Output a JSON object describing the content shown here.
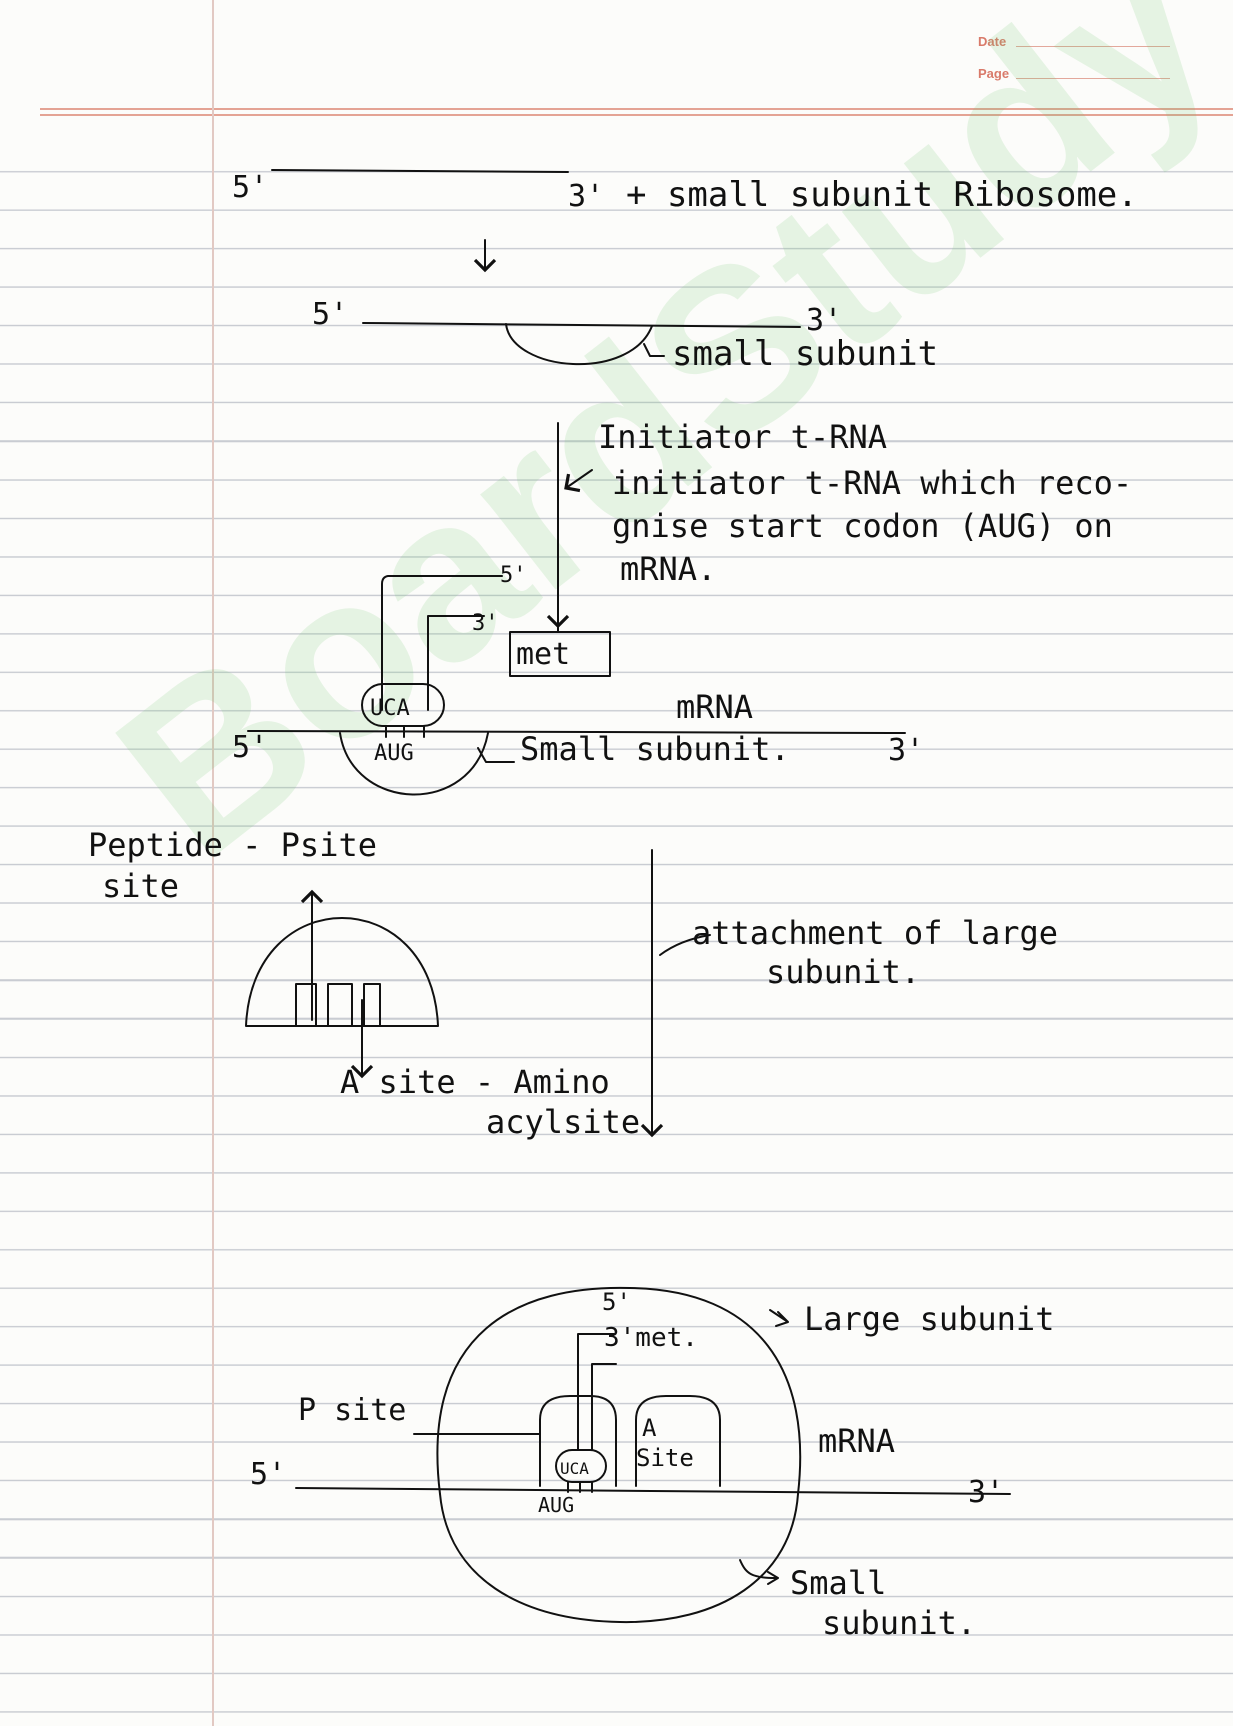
{
  "header": {
    "date_label": "Date",
    "page_label": "Page"
  },
  "watermark": "BoardStudy",
  "step1": {
    "five_prime": "5'",
    "three_prime": "3'",
    "text": "+ small subunit Ribosome."
  },
  "step2": {
    "five_prime": "5'",
    "three_prime": "3'",
    "small_subunit": "small subunit"
  },
  "step3": {
    "initiator": "Initiator t-RNA",
    "desc_line1": "initiator t-RNA which reco-",
    "desc_line2": "gnise start codon (AUG) on",
    "desc_line3": "mRNA.",
    "five_prime_trna": "5'",
    "three_prime_trna": "3'",
    "met": "met",
    "anticodon": "UCA",
    "codon": "AUG",
    "mrna": "mRNA",
    "five_prime": "5'",
    "three_prime": "3'",
    "small_subunit": "Small subunit."
  },
  "step4": {
    "peptide_site": "Peptide - Psite",
    "peptide_site_2": "site",
    "attachment_1": "attachment of large",
    "attachment_2": "subunit.",
    "a_site_1": "A site - Amino",
    "a_site_2": "acylsite"
  },
  "step5": {
    "five_prime_trna": "5'",
    "met": "3'met.",
    "large_subunit": "Large subunit",
    "p_site": "P site",
    "a_label": "A",
    "a_site": "Site",
    "anticodon": "UCA",
    "codon": "AUG",
    "mrna": "mRNA",
    "five_prime": "5'",
    "three_prime": "3'",
    "small_1": "Small",
    "small_2": "subunit."
  },
  "colors": {
    "ink": "#111111",
    "ruling": "#c9ccd2",
    "margin": "#e4a394",
    "watermark": "#6ec86e"
  }
}
